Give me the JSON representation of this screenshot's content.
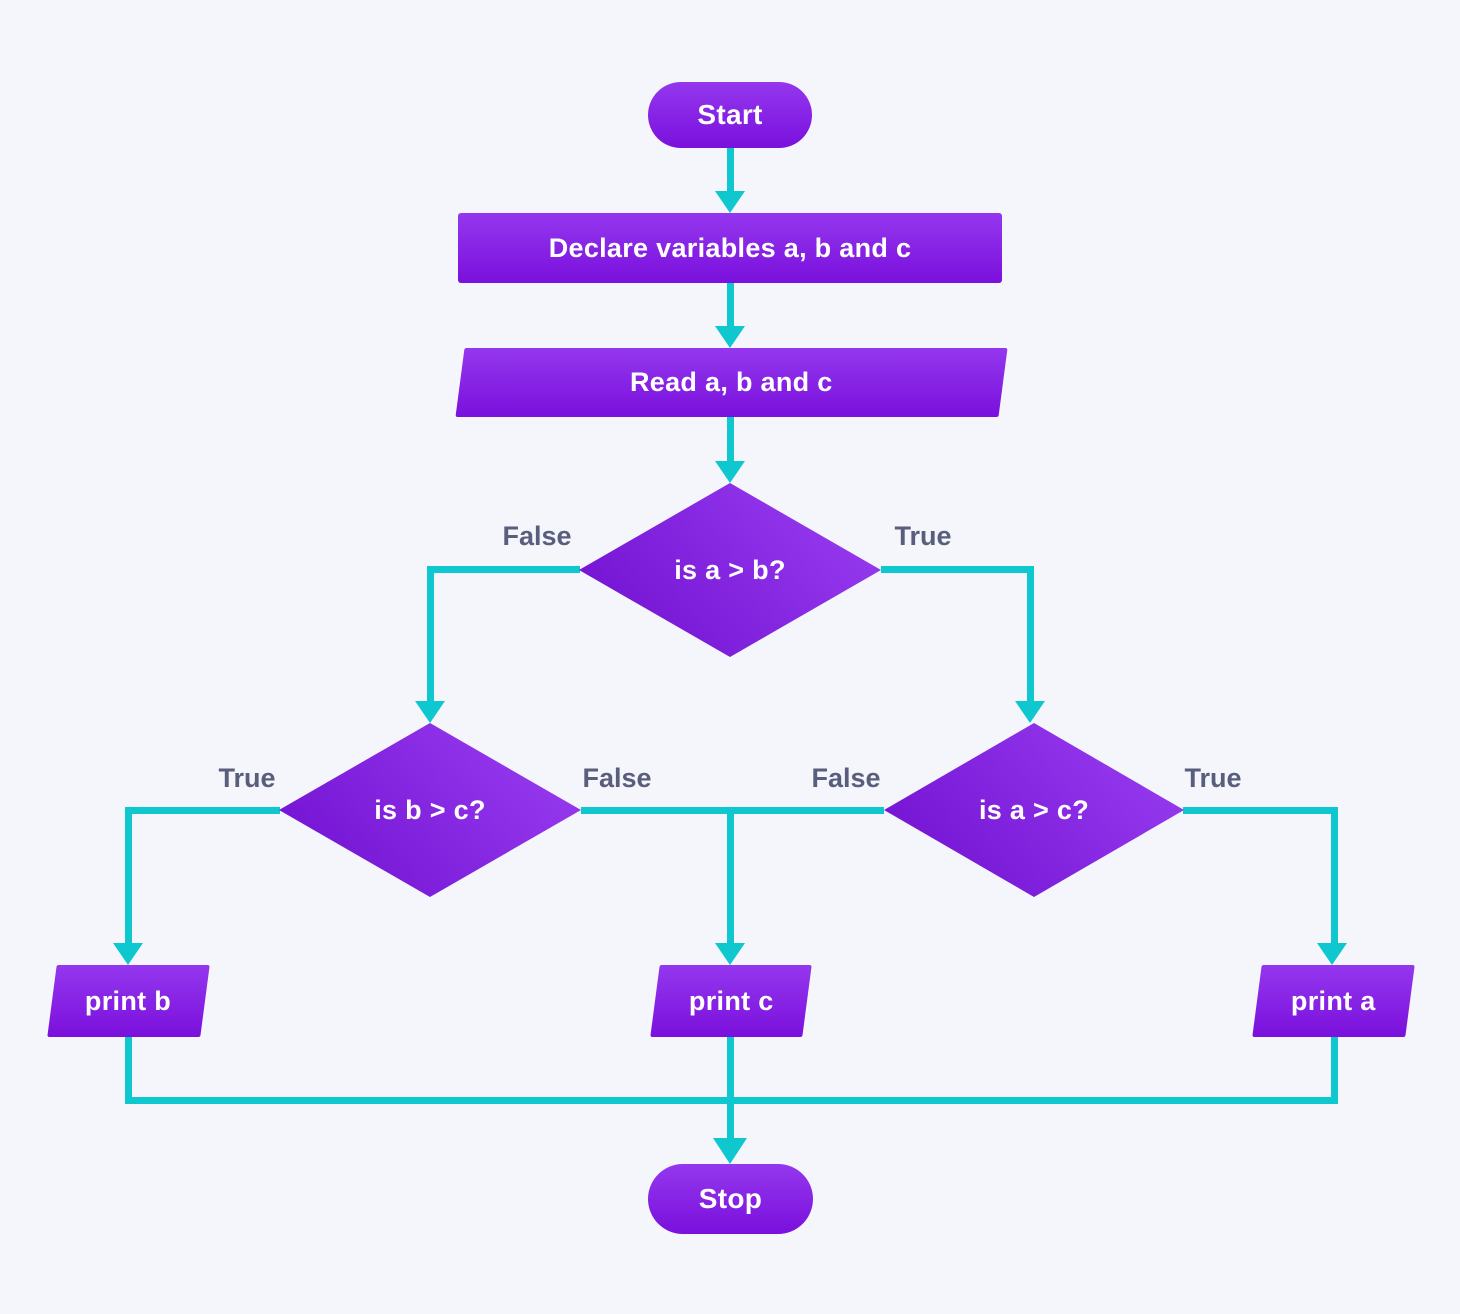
{
  "diagram_type": "flowchart",
  "nodes": {
    "start": {
      "label": "Start",
      "type": "terminator"
    },
    "declare": {
      "label": "Declare variables a, b and c",
      "type": "process"
    },
    "read": {
      "label": "Read a, b and c",
      "type": "input-output"
    },
    "decision1": {
      "label": "is a > b?",
      "type": "decision"
    },
    "decision2": {
      "label": "is b > c?",
      "type": "decision"
    },
    "decision3": {
      "label": "is a > c?",
      "type": "decision"
    },
    "print_b": {
      "label": "print b",
      "type": "input-output"
    },
    "print_c": {
      "label": "print c",
      "type": "input-output"
    },
    "print_a": {
      "label": "print a",
      "type": "input-output"
    },
    "stop": {
      "label": "Stop",
      "type": "terminator"
    }
  },
  "branch_labels": {
    "d1_false": "False",
    "d1_true": "True",
    "d2_true": "True",
    "d2_false": "False",
    "d3_false": "False",
    "d3_true": "True"
  },
  "colors": {
    "background": "#f5f6fb",
    "node_gradient_top": "#9437ee",
    "node_gradient_bottom": "#7a10dc",
    "diamond_gradient_dark": "#6f0ecf",
    "diamond_gradient_light": "#9b40f3",
    "connector": "#0fc7cf",
    "branch_label": "#595e7c",
    "node_text": "#ffffff"
  }
}
